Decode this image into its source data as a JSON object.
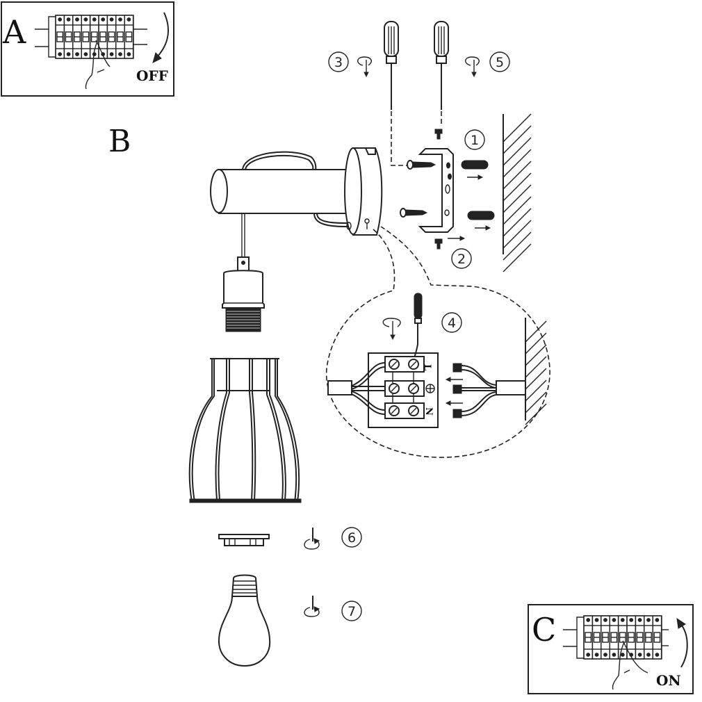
{
  "panels": {
    "a": {
      "letter": "A",
      "switch_label": "OFF"
    },
    "b": {
      "letter": "B"
    },
    "c": {
      "letter": "C",
      "switch_label": "ON"
    }
  },
  "steps": [
    {
      "number": "1"
    },
    {
      "number": "2"
    },
    {
      "number": "3"
    },
    {
      "number": "4"
    },
    {
      "number": "5"
    },
    {
      "number": "6"
    },
    {
      "number": "7"
    }
  ],
  "terminal_labels": {
    "live": "L",
    "neutral": "N"
  },
  "colors": {
    "line": "#222222",
    "background": "#ffffff"
  }
}
